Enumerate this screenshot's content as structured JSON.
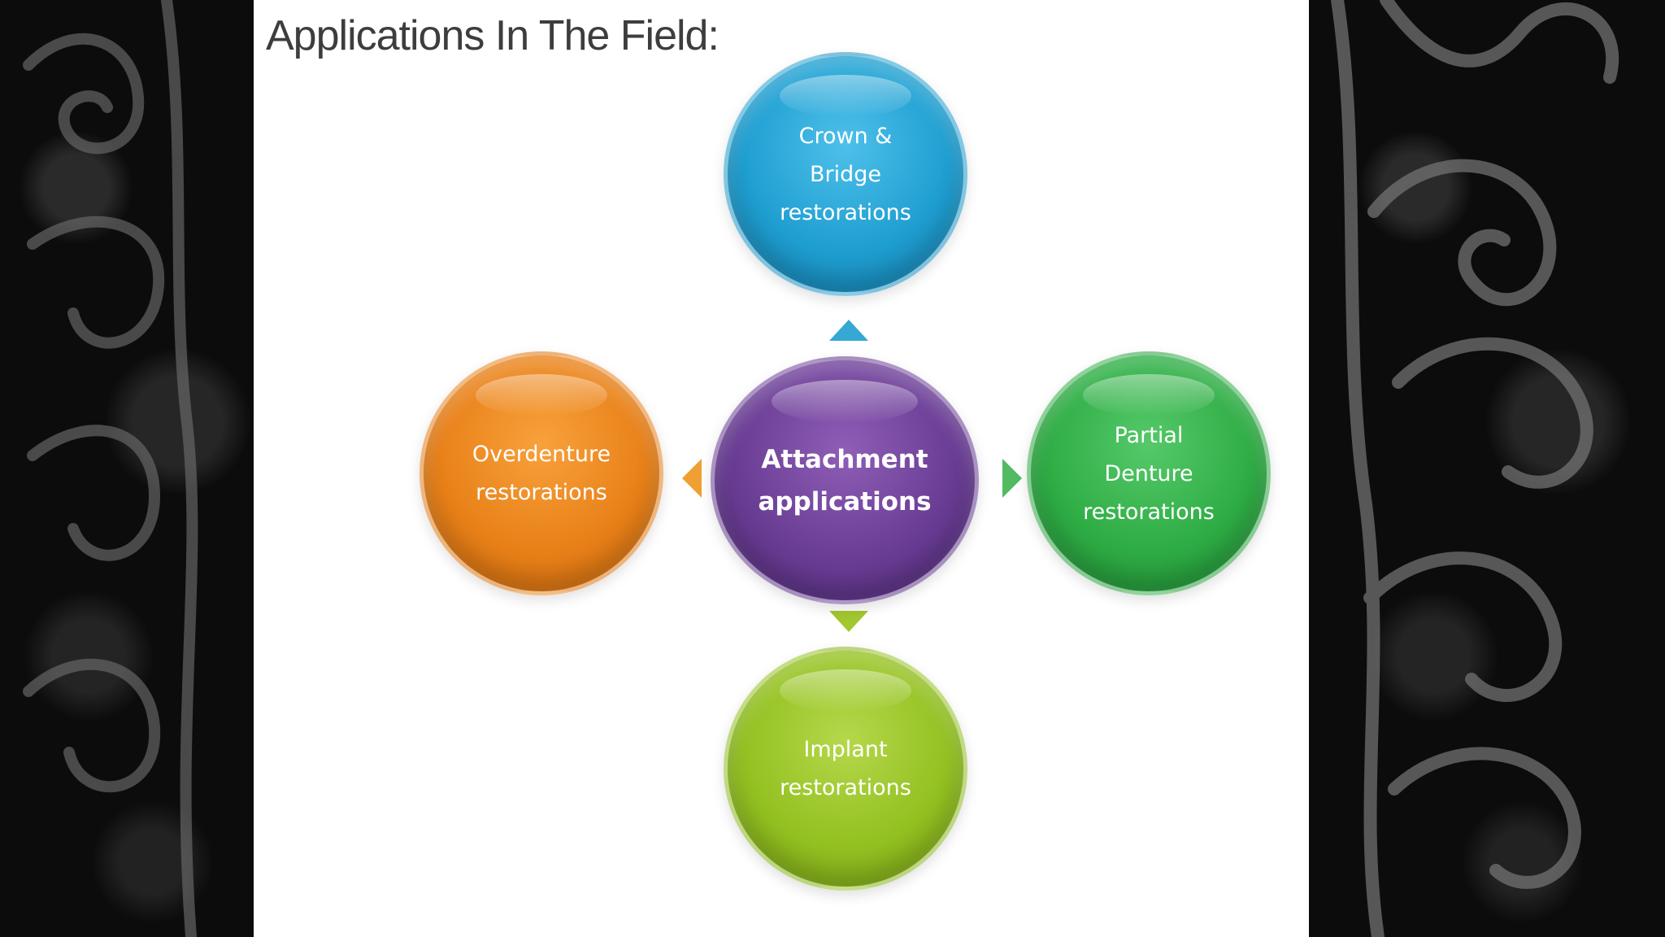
{
  "slide": {
    "title": "Applications In The Field:"
  },
  "diagram": {
    "center": "Attachment\napplications",
    "nodes": {
      "top": "Crown &\nBridge\nrestorations",
      "left": "Overdenture\nrestorations",
      "right": "Partial\nDenture\nrestorations",
      "bottom": "Implant\nrestorations"
    },
    "colors": {
      "center": "#6a3d95",
      "top": "#1f9fd1",
      "left": "#e98119",
      "right": "#2fad45",
      "bottom": "#94c122"
    }
  },
  "decor": {
    "background": "black damask pattern",
    "icon": "damask-ornament-icon"
  }
}
